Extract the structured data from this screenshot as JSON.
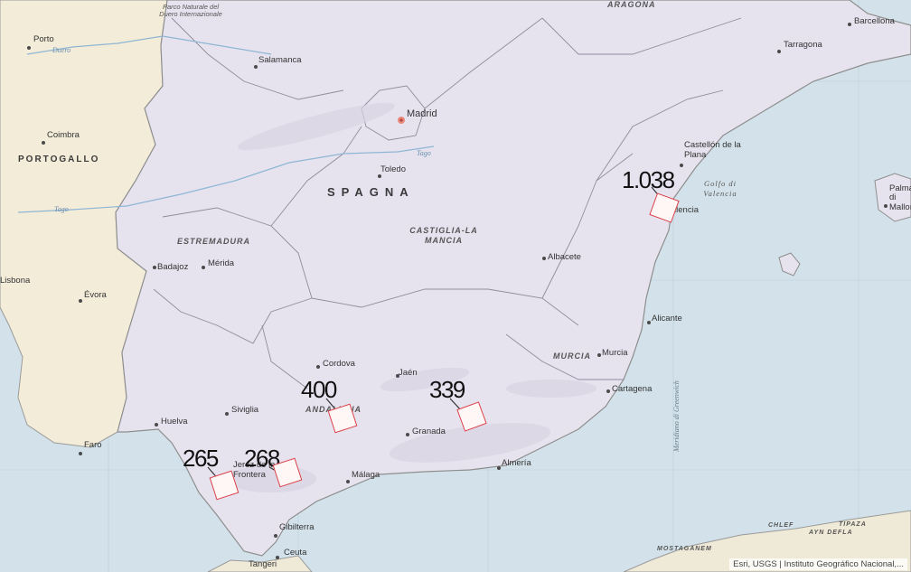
{
  "map": {
    "countries": [
      {
        "key": "spain",
        "label": "SPAGNA"
      },
      {
        "key": "portugal",
        "label": "PORTOGALLO"
      }
    ],
    "regions": [
      {
        "key": "estremadura",
        "label": "ESTREMADURA"
      },
      {
        "key": "castiglia",
        "label": "CASTIGLIA-LA MANCIA"
      },
      {
        "key": "andalusia",
        "label": "ANDALUSIA"
      },
      {
        "key": "murcia",
        "label": "MURCIA"
      },
      {
        "key": "aragona",
        "label": "ARAGONA"
      }
    ],
    "cities": [
      {
        "key": "barcellona",
        "label": "Barcellona"
      },
      {
        "key": "tarragona",
        "label": "Tarragona"
      },
      {
        "key": "porto",
        "label": "Porto"
      },
      {
        "key": "salamanca",
        "label": "Salamanca"
      },
      {
        "key": "madrid",
        "label": "Madrid"
      },
      {
        "key": "coimbra",
        "label": "Coimbra"
      },
      {
        "key": "toledo",
        "label": "Toledo"
      },
      {
        "key": "castellon",
        "label": "Castellón de la Plana"
      },
      {
        "key": "valencia",
        "label": "Valencia"
      },
      {
        "key": "palma",
        "label": "Palma di Mallorca"
      },
      {
        "key": "albacete",
        "label": "Albacete"
      },
      {
        "key": "badajoz",
        "label": "Badajoz"
      },
      {
        "key": "merida",
        "label": "Mérida"
      },
      {
        "key": "lisbona",
        "label": "Lisbona"
      },
      {
        "key": "evora",
        "label": "Évora"
      },
      {
        "key": "alicante",
        "label": "Alicante"
      },
      {
        "key": "cordova",
        "label": "Cordova"
      },
      {
        "key": "murcia_city",
        "label": "Murcia"
      },
      {
        "key": "jaen",
        "label": "Jaén"
      },
      {
        "key": "cartagena",
        "label": "Cartagena"
      },
      {
        "key": "siviglia",
        "label": "Siviglia"
      },
      {
        "key": "huelva",
        "label": "Huelva"
      },
      {
        "key": "granada",
        "label": "Granada"
      },
      {
        "key": "faro",
        "label": "Faro"
      },
      {
        "key": "almeria",
        "label": "Almería"
      },
      {
        "key": "jerez",
        "label": "Jerez de la Frontera"
      },
      {
        "key": "malaga",
        "label": "Málaga"
      },
      {
        "key": "gibilterra",
        "label": "Gibilterra"
      },
      {
        "key": "ceuta",
        "label": "Ceuta"
      },
      {
        "key": "tangeri",
        "label": "Tangeri"
      }
    ],
    "water": [
      {
        "key": "duero",
        "label": "Duero"
      },
      {
        "key": "tago_center",
        "label": "Tago"
      },
      {
        "key": "tago_west",
        "label": "Tago"
      }
    ],
    "sea": {
      "label": "Golfo di Valencia"
    },
    "park": {
      "label": "Parco Naturale del Duero Internazionale"
    },
    "meridian": {
      "label": "Meridiano di Greenwich"
    },
    "africa_labels": [
      {
        "key": "tipaza",
        "label": "TIPAZA"
      },
      {
        "key": "chlef",
        "label": "CHLEF"
      },
      {
        "key": "ain_defla",
        "label": "AYN DEFLA"
      },
      {
        "key": "mostaganem",
        "label": "MOSTAGANEM"
      }
    ],
    "attribution": "Esri, USGS | Instituto Geográfico Nacional,..."
  },
  "markers": [
    {
      "key": "valencia",
      "value": "1.038"
    },
    {
      "key": "cordova",
      "value": "400"
    },
    {
      "key": "granada",
      "value": "339"
    },
    {
      "key": "jerez",
      "value": "265"
    },
    {
      "key": "malaga",
      "value": "268"
    }
  ],
  "colors": {
    "sea": "#d3e2ea",
    "spain": "#e6e3ef",
    "portugal": "#f3ecd9",
    "africa": "#efead8",
    "marker_border": "#d9404a"
  }
}
